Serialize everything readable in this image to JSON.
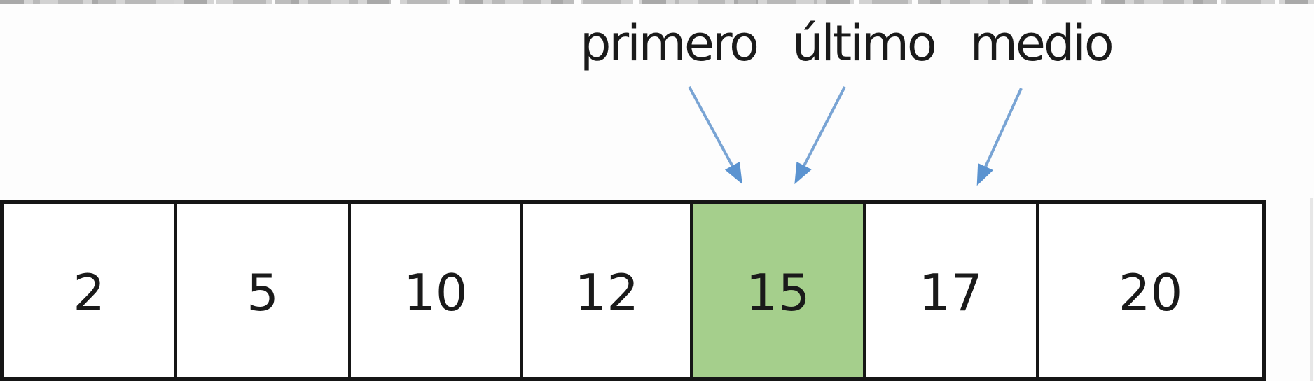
{
  "pointers": {
    "primero": "primero",
    "ultimo": "último",
    "medio": "medio"
  },
  "array": {
    "cells": [
      "2",
      "5",
      "10",
      "12",
      "15",
      "17",
      "20"
    ],
    "highlighted_index": 4,
    "highlighted_value": "15"
  },
  "colors": {
    "highlight_green": "#a5cf8c",
    "arrow_blue": "#5b93d0",
    "arrow_line_blue": "#79a4d4",
    "border": "#161616",
    "text": "#1a1a1a",
    "background": "#fdfdfd"
  }
}
